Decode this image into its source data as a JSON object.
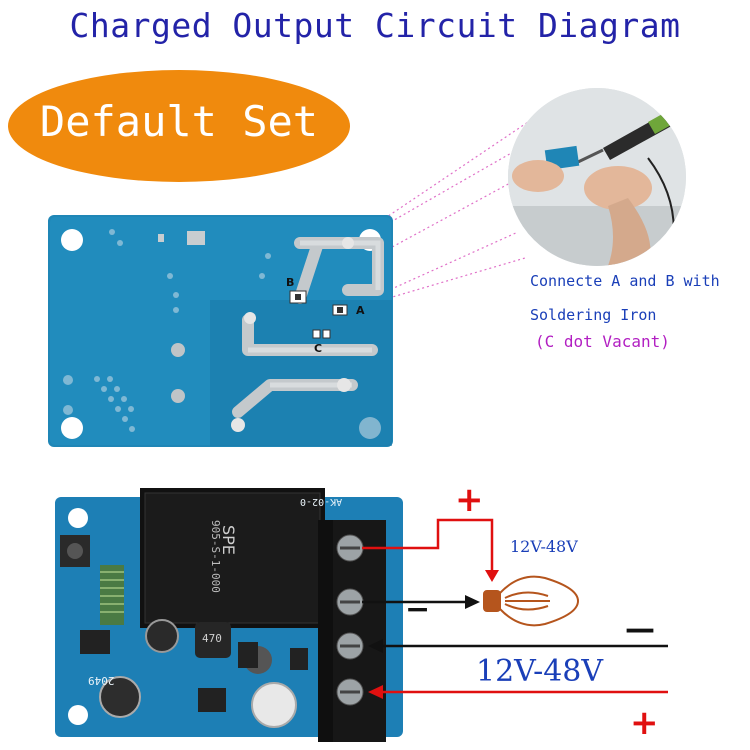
{
  "title": "Charged Output Circuit Diagram",
  "badge": {
    "label": "Default Set",
    "color": "#f08a0d"
  },
  "instructions": {
    "line1": "Connecte A and B with",
    "line2": "Soldering Iron",
    "line3": "(C dot Vacant)"
  },
  "pads": {
    "a": "A",
    "b": "B",
    "c": "C"
  },
  "board_top_labels": {
    "silk": "AK-02-0"
  },
  "board_bottom_labels": {
    "relay": "SPE",
    "relay_model": "905-S-1-000",
    "inductor": "470",
    "chip": "2049"
  },
  "wiring": {
    "lamp_voltage": "12V-48V",
    "supply_voltage": "12V-48V",
    "top_polarity": "+",
    "lamp_minus": "−",
    "supply_minus": "—",
    "supply_plus": "+"
  },
  "colors": {
    "title": "#2323a8",
    "pcb": "#1e7fb0",
    "positive_wire": "#e01010",
    "negative_wire": "#111111",
    "note": "#1a3fb8",
    "note_accent": "#b21fc2"
  },
  "icons": [
    "soldering-photo",
    "light-bulb-icon"
  ]
}
